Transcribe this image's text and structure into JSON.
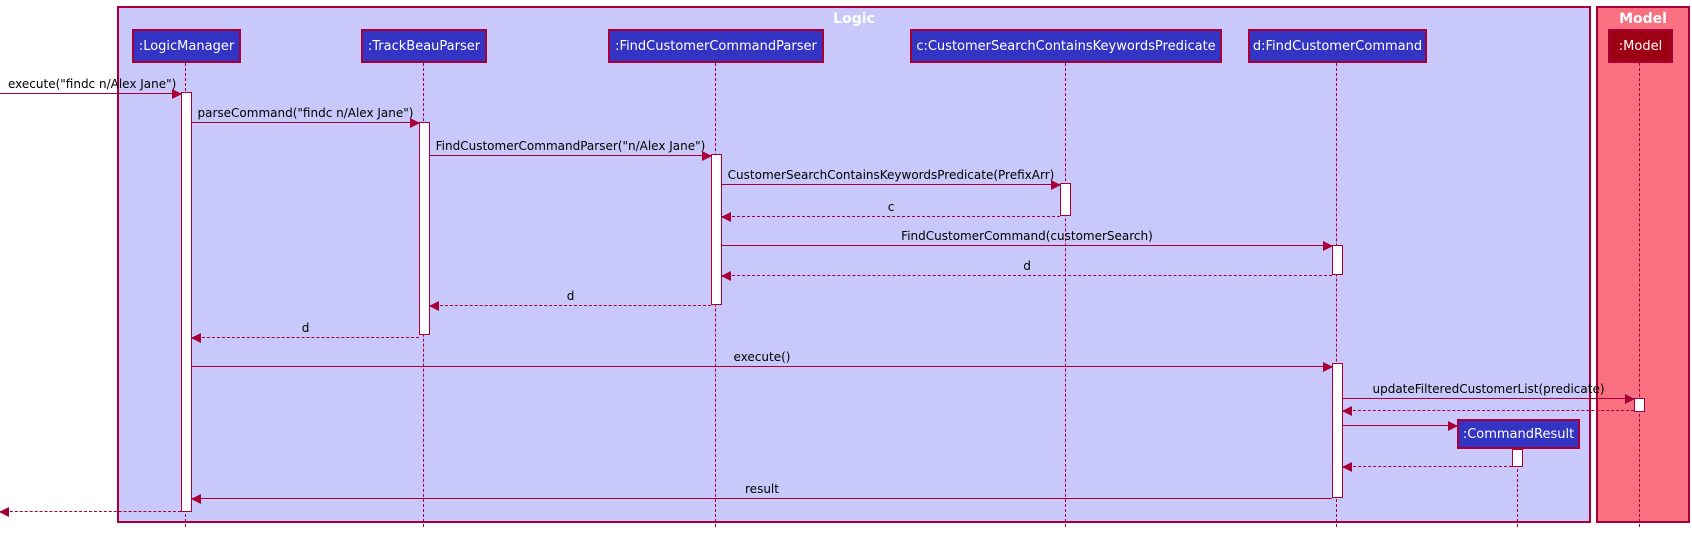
{
  "diagram": {
    "type": "uml-sequence-diagram",
    "frames": {
      "logic": "Logic",
      "model": "Model"
    },
    "participants": {
      "logic_manager": ":LogicManager",
      "trackbeau_parser": ":TrackBeauParser",
      "find_customer_command_parser": ":FindCustomerCommandParser",
      "predicate": "c:CustomerSearchContainsKeywordsPredicate",
      "find_customer_command": "d:FindCustomerCommand",
      "command_result": ":CommandResult",
      "model": ":Model"
    },
    "messages": {
      "execute_user": "execute(\"findc n/Alex Jane\")",
      "parse_command": "parseCommand(\"findc n/Alex Jane\")",
      "parser_create": "FindCustomerCommandParser(\"n/Alex Jane\")",
      "predicate_create": "CustomerSearchContainsKeywordsPredicate(PrefixArr)",
      "return_c": "c",
      "command_create": "FindCustomerCommand(customerSearch)",
      "return_d_to_parser": "d",
      "return_d_to_trackbeau": "d",
      "return_d_to_logicmanager": "d",
      "execute_command": "execute()",
      "update_filtered": "updateFilteredCustomerList(predicate)",
      "return_result": "result"
    },
    "colors": {
      "arrow": "#A80036",
      "logic_frame_bg": "#C8C8FA",
      "logic_participant_bg": "#3333C4",
      "model_frame_bg": "#F97181",
      "model_participant_bg": "#9D0012",
      "activation_bg": "#FFFFFF",
      "frame_title_text": "#FFFFFF",
      "participant_text": "#FFFFFF",
      "message_text": "#000000"
    }
  }
}
